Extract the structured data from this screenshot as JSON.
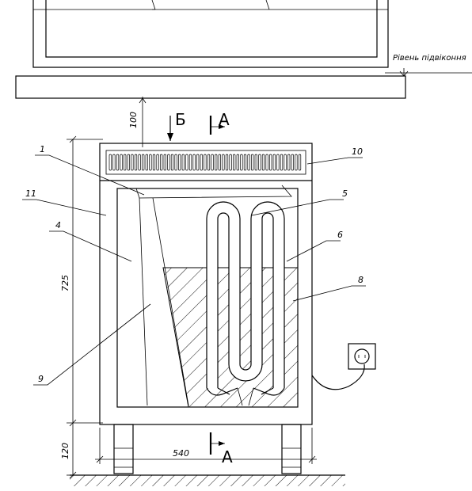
{
  "sill_label": "Рівень підвіконня",
  "section_marker_a": "А",
  "view_marker_b": "Б",
  "dimensions": {
    "gap_to_sill": "100",
    "height": "725",
    "leg_height": "120",
    "width": "540"
  },
  "callouts": [
    "1",
    "4",
    "5",
    "6",
    "8",
    "9",
    "10",
    "11"
  ]
}
